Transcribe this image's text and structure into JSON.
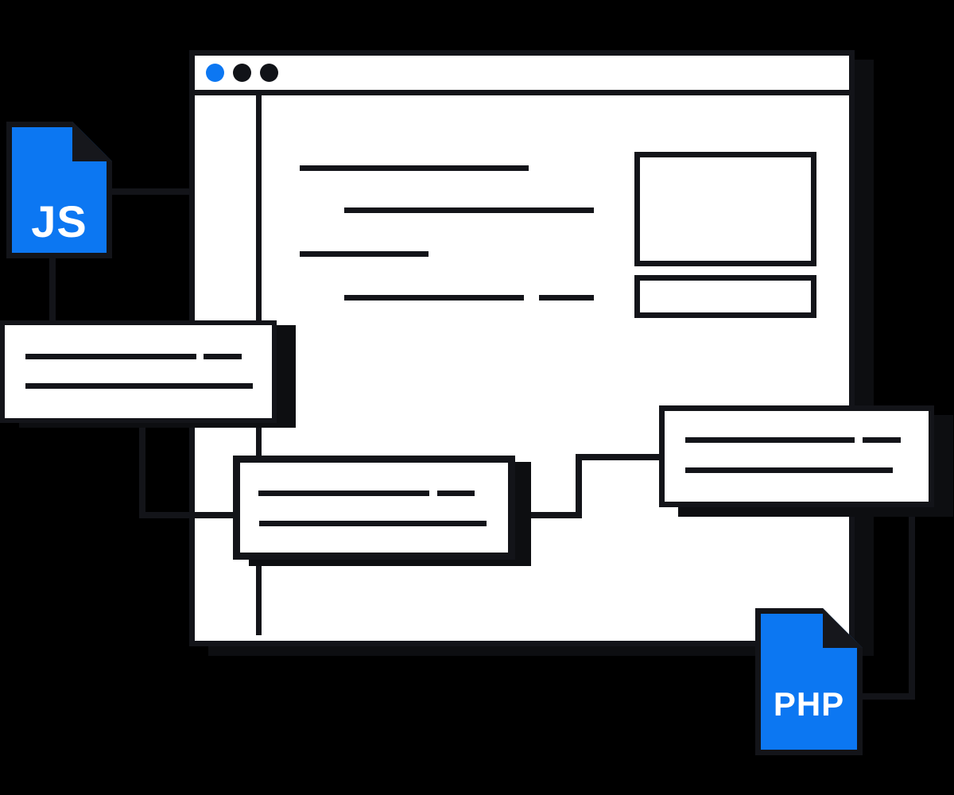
{
  "illustration": {
    "description": "Flat illustration of a browser window wireframe with skeleton text lines, three annotation callout cards, and JS / PHP file badges linked by connector lines"
  },
  "colors": {
    "bg": "#000000",
    "paper": "#ffffff",
    "stroke": "#131419",
    "shadow": "#0d0e11",
    "accent": "#0c77f2",
    "fold": "#16171c",
    "dot_dark": "#111318"
  },
  "window": {
    "controls": [
      "accent",
      "dark",
      "dark"
    ]
  },
  "badges": {
    "js": {
      "label": "JS"
    },
    "php": {
      "label": "PHP"
    }
  }
}
